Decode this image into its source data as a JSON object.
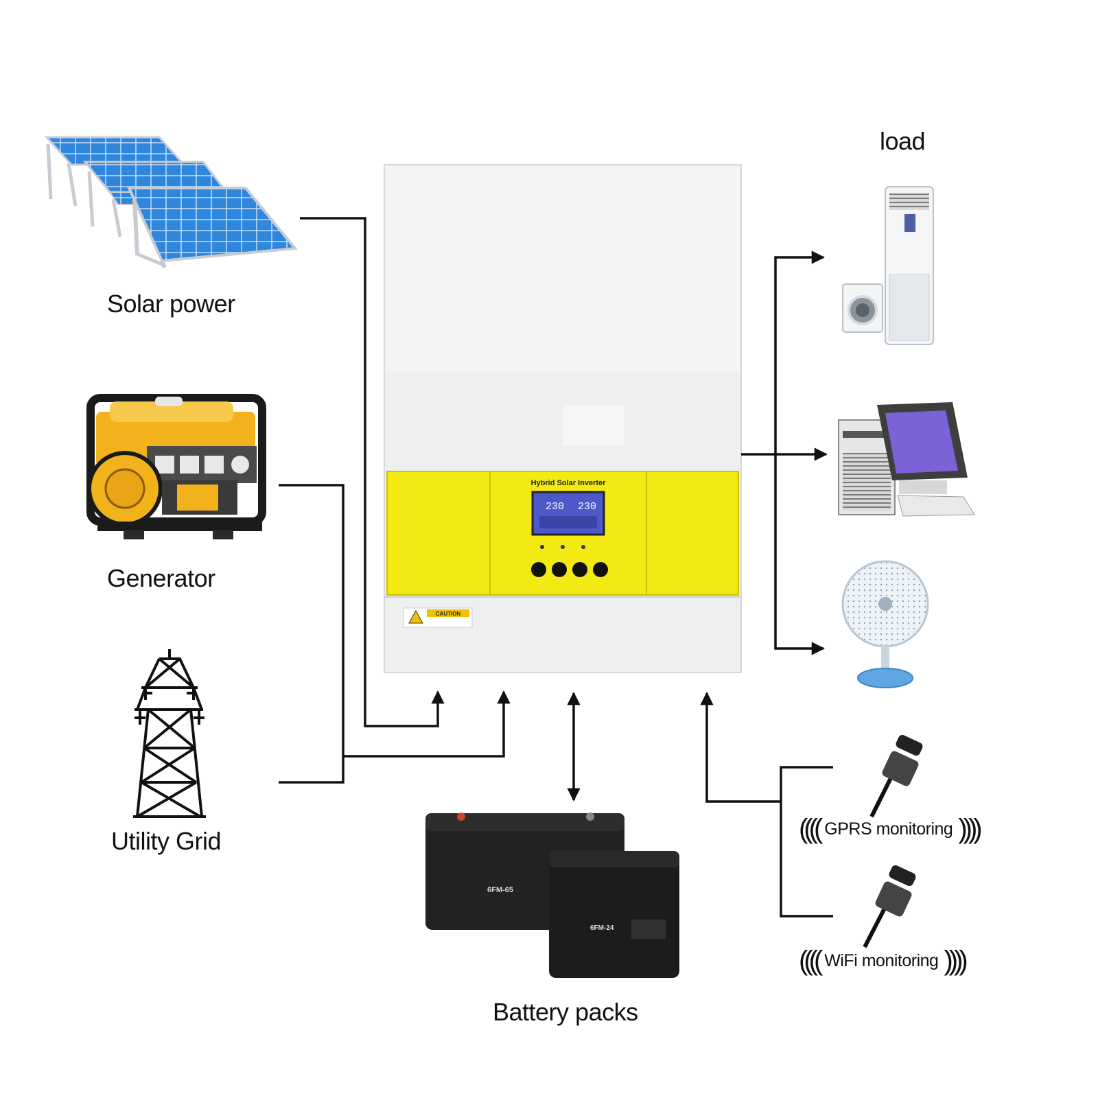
{
  "labels": {
    "solar": "Solar power",
    "generator": "Generator",
    "grid": "Utility Grid",
    "load": "load",
    "battery": "Battery packs",
    "gprs": "GPRS monitoring",
    "wifi": "WiFi monitoring"
  },
  "inverter": {
    "title": "Hybrid Solar Inverter",
    "lcd_left": "230",
    "lcd_right": "230",
    "caution": "CAUTION"
  },
  "battery_models": [
    "6FM-65",
    "6FM-24"
  ],
  "colors": {
    "line": "#111111",
    "inverter_body": "#efefef",
    "inverter_panel": "#f2ea12",
    "lcd": "#4f58c9",
    "solar_cell": "#2e7fd6",
    "generator": "#f0b21a",
    "battery": "#1f1f1f"
  },
  "icons": [
    "solar-panel-icon",
    "generator-icon",
    "transmission-tower-icon",
    "air-conditioner-icon",
    "washing-machine-icon",
    "computer-icon",
    "fan-icon",
    "battery-icon",
    "monitoring-dongle-icon",
    "wireless-signal-icon"
  ]
}
